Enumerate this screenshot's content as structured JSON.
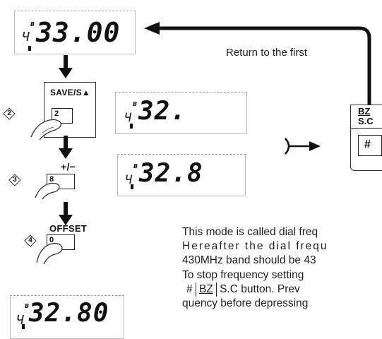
{
  "displays": {
    "d1": {
      "prefix": "Ч",
      "band": "B",
      "digits": "33.00"
    },
    "d2": {
      "prefix": "Ч",
      "band": "B",
      "digits": "32."
    },
    "d3": {
      "prefix": "Ч",
      "band": "B",
      "digits": "32.8"
    },
    "d4": {
      "prefix": "Ч",
      "band": "B",
      "digits": "32.80"
    }
  },
  "return_label": "Return to the first",
  "steps": [
    {
      "num": "2",
      "key_title": "SAVE/S▲",
      "key_label": "2"
    },
    {
      "num": "3",
      "key_title": "+/−",
      "key_label": "8"
    },
    {
      "num": "4",
      "key_title": "OFFSET",
      "key_label": "0"
    }
  ],
  "side_key": {
    "top": "BZ",
    "bottom": "S.C",
    "symbol": "#"
  },
  "paragraph": {
    "line1": "This mode is called dial freq",
    "line2": "Hereafter the dial frequ",
    "line3": "430MHz band should be 43",
    "line4": "To stop frequency setting",
    "line5_a": "#",
    "line5_box": "BZ",
    "line5_b": "S.C button. Prev",
    "line6": "quency before depressing"
  }
}
